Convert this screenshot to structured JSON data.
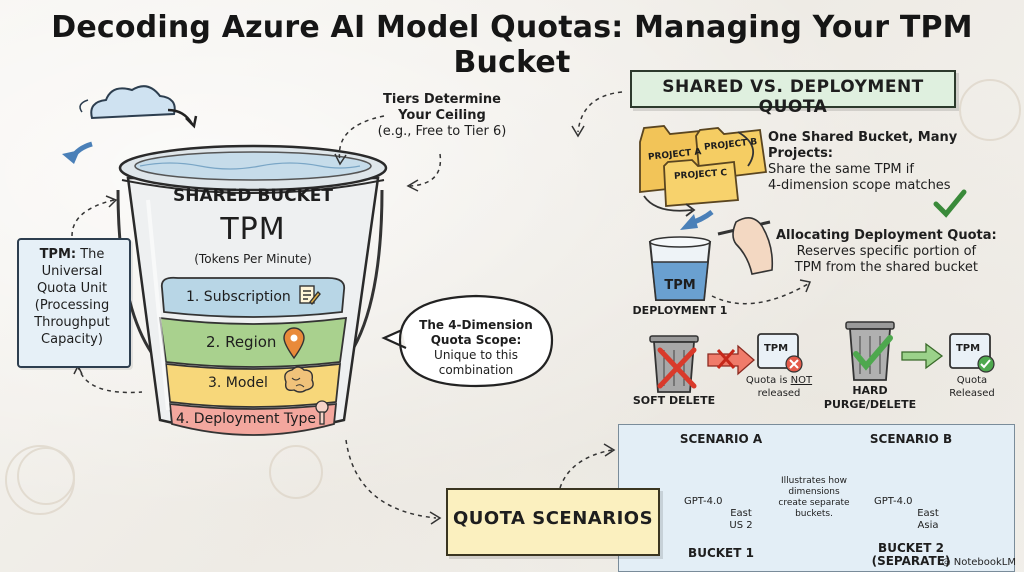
{
  "title": "Decoding Azure AI Model Quotas: Managing Your TPM Bucket",
  "bucket": {
    "header": "SHARED BUCKET",
    "tpm": "TPM",
    "tpm_full": "(Tokens Per Minute)",
    "layers": [
      {
        "label": "1. Subscription",
        "color": "#b8d6e6",
        "icon": "document-pen-icon"
      },
      {
        "label": "2. Region",
        "color": "#a9d18e",
        "icon": "map-pin-icon"
      },
      {
        "label": "3. Model",
        "color": "#f7d77a",
        "icon": "brain-icon"
      },
      {
        "label": "4. Deployment Type",
        "color": "#f3a79e",
        "icon": "gear-pipe-icon"
      }
    ]
  },
  "tiers": {
    "title1": "Tiers Determine",
    "title2": "Your Ceiling",
    "sub": "(e.g., Free to Tier 6)"
  },
  "tpm_box": {
    "l1": "TPM:",
    "l1b": "The",
    "l2": "Universal",
    "l3": "Quota Unit",
    "l4": "(Processing",
    "l5": "Throughput",
    "l6": "Capacity)"
  },
  "scope": {
    "l1": "The 4-Dimension",
    "l2": "Quota Scope:",
    "l3": "Unique to this",
    "l4": "combination"
  },
  "section": {
    "header": "SHARED VS. DEPLOYMENT QUOTA",
    "folders": [
      "PROJECT A",
      "PROJECT B",
      "PROJECT C"
    ],
    "shared_title": "One Shared Bucket, Many Projects:",
    "shared_l1": "Share the same TPM if",
    "shared_l2": "4-dimension scope matches",
    "alloc_title": "Allocating Deployment Quota:",
    "alloc_l1": "Reserves specific portion of",
    "alloc_l2": "TPM from the shared bucket",
    "glass_label": "TPM",
    "deployment": "DEPLOYMENT 1",
    "soft_delete": "SOFT DELETE",
    "not_released_a": "Quota is",
    "not_released_not": "NOT",
    "not_released_b": "released",
    "hard_purge1": "HARD",
    "hard_purge2": "PURGE/DELETE",
    "released1": "Quota",
    "released2": "Released",
    "screen_tpm": "TPM"
  },
  "scenarios": {
    "label": "QUOTA SCENARIOS",
    "a_title": "SCENARIO A",
    "b_title": "SCENARIO B",
    "a_model": "GPT-4.0",
    "a_region1": "East",
    "a_region2": "US 2",
    "b_model": "GPT-4.0",
    "b_region1": "East",
    "b_region2": "Asia",
    "bucket1": "BUCKET 1",
    "bucket2": "BUCKET 2",
    "bucket2_sub": "(SEPARATE)",
    "note1": "Illustrates how",
    "note2": "dimensions",
    "note3": "create separate",
    "note4": "buckets."
  },
  "brand": "NotebookLM"
}
